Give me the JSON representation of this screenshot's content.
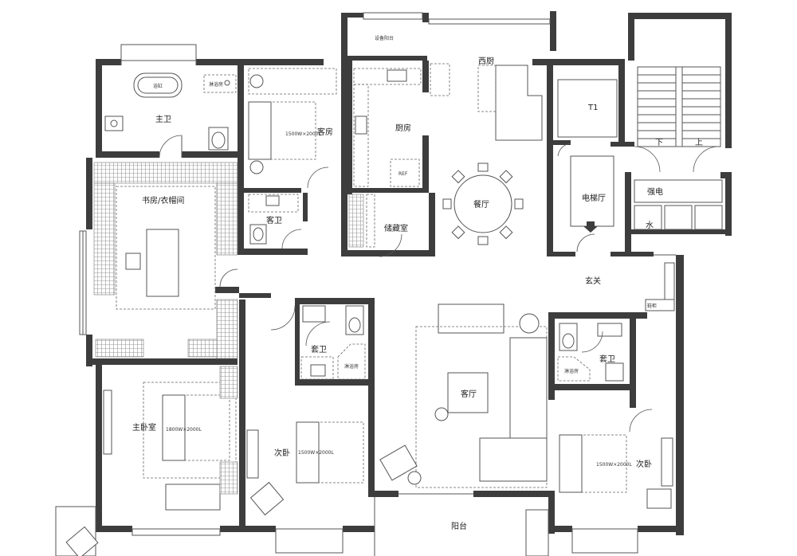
{
  "rooms": {
    "master_bath": "主卫",
    "guest_room": "客房",
    "kitchen": "厨房",
    "western_kitchen": "西厨",
    "equipment_balcony": "设备阳台",
    "study_cloakroom": "书房/衣帽间",
    "guest_bath": "客卫",
    "storage": "储藏室",
    "dining": "餐厅",
    "elevator_hall": "电梯厅",
    "t1": "T1",
    "strong_power": "强电",
    "water": "水",
    "entrance": "玄关",
    "ensuite_bath_left": "套卫",
    "ensuite_bath_right": "套卫",
    "living": "客厅",
    "master_bedroom": "主卧室",
    "second_bedroom_left": "次卧",
    "second_bedroom_right": "次卧",
    "balcony": "阳台",
    "stair_down": "下",
    "stair_up": "上"
  },
  "annotations": {
    "bed_guest": "1500W×2000L",
    "bed_master": "1800W×2000L",
    "bed_second_left": "1500W×2000L",
    "bed_second_right": "1500W×2000L",
    "bathtub": "浴缸",
    "shower_master": "淋浴房",
    "shower_ensuite_left": "淋浴房",
    "shower_ensuite_right": "淋浴房",
    "fridge": "REF",
    "shoe_cabinet": "鞋柜"
  },
  "colors": {
    "wall": "#3d3d3d",
    "line": "#555555",
    "background": "#ffffff"
  }
}
